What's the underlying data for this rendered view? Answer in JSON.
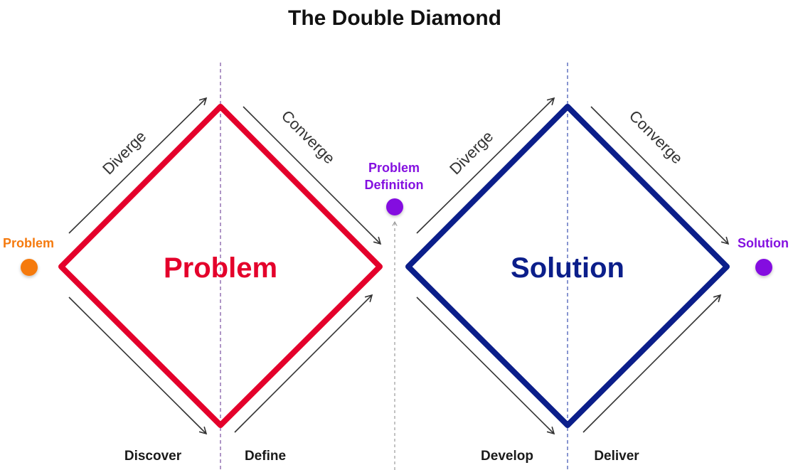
{
  "title": "The Double Diamond",
  "colors": {
    "problem_diamond": "#e4002b",
    "solution_diamond": "#0b1e8a",
    "start_point": "#f57a0e",
    "definition_point": "#8410e0",
    "solution_point": "#8410e0",
    "divider": "#7a4fa0",
    "arrows": "#333333"
  },
  "diamonds": {
    "problem": {
      "label": "Problem"
    },
    "solution": {
      "label": "Solution"
    }
  },
  "arrows": {
    "first_diverge": "Diverge",
    "first_converge": "Converge",
    "second_diverge": "Diverge",
    "second_converge": "Converge"
  },
  "points": {
    "start": {
      "label": "Problem"
    },
    "definition": {
      "label_line1": "Problem",
      "label_line2": "Definition"
    },
    "end": {
      "label": "Solution"
    }
  },
  "phases": [
    "Discover",
    "Define",
    "Develop",
    "Deliver"
  ]
}
